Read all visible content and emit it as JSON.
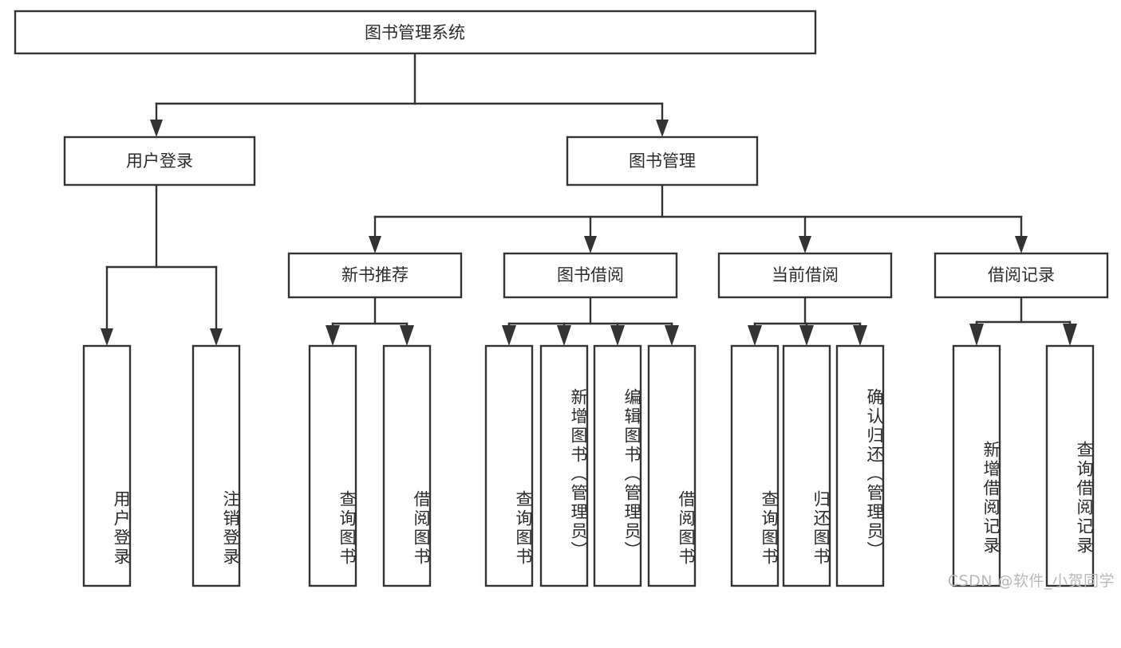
{
  "diagram": {
    "type": "tree-hierarchy-chart",
    "title": "图书管理系统",
    "orientation": "top-down",
    "colors": {
      "background": "#ffffff",
      "box_fill": "#ffffff",
      "box_stroke": "#333333",
      "text": "#2b2b2b",
      "watermark": "#b9b9b9"
    },
    "nodes": {
      "root": {
        "label": "图书管理系统",
        "level": 0,
        "text_orientation": "horizontal"
      },
      "level1": [
        {
          "id": "user-login",
          "label": "用户登录",
          "text_orientation": "horizontal"
        },
        {
          "id": "book-management",
          "label": "图书管理",
          "text_orientation": "horizontal"
        }
      ],
      "level2": [
        {
          "id": "new-book-recommend",
          "label": "新书推荐",
          "parent": "book-management",
          "text_orientation": "horizontal"
        },
        {
          "id": "book-borrow",
          "label": "图书借阅",
          "parent": "book-management",
          "text_orientation": "horizontal"
        },
        {
          "id": "current-borrow",
          "label": "当前借阅",
          "parent": "book-management",
          "text_orientation": "horizontal"
        },
        {
          "id": "borrow-record",
          "label": "借阅记录",
          "parent": "book-management",
          "text_orientation": "horizontal"
        }
      ],
      "leaves": [
        {
          "id": "leaf-user-login",
          "label": "用户登录",
          "parent": "user-login",
          "text_orientation": "vertical"
        },
        {
          "id": "leaf-logout-login",
          "label": "注销登录",
          "parent": "user-login",
          "text_orientation": "vertical"
        },
        {
          "id": "leaf-query-book-1",
          "label": "查询图书",
          "parent": "new-book-recommend",
          "text_orientation": "vertical"
        },
        {
          "id": "leaf-borrow-book-1",
          "label": "借阅图书",
          "parent": "new-book-recommend",
          "text_orientation": "vertical"
        },
        {
          "id": "leaf-query-book-2",
          "label": "查询图书",
          "parent": "book-borrow",
          "text_orientation": "vertical"
        },
        {
          "id": "leaf-add-book-admin",
          "label": "新增图书（管理员）",
          "parent": "book-borrow",
          "text_orientation": "vertical"
        },
        {
          "id": "leaf-edit-book-admin",
          "label": "编辑图书（管理员）",
          "parent": "book-borrow",
          "text_orientation": "vertical"
        },
        {
          "id": "leaf-borrow-book-2",
          "label": "借阅图书",
          "parent": "book-borrow",
          "text_orientation": "vertical"
        },
        {
          "id": "leaf-query-book-3",
          "label": "查询图书",
          "parent": "current-borrow",
          "text_orientation": "vertical"
        },
        {
          "id": "leaf-return-book",
          "label": "归还图书",
          "parent": "current-borrow",
          "text_orientation": "vertical"
        },
        {
          "id": "leaf-confirm-return-admin",
          "label": "确认归还（管理员）",
          "parent": "current-borrow",
          "text_orientation": "vertical"
        },
        {
          "id": "leaf-add-borrow-record",
          "label": "新增借阅记录",
          "parent": "borrow-record",
          "text_orientation": "vertical"
        },
        {
          "id": "leaf-query-borrow-record",
          "label": "查询借阅记录",
          "parent": "borrow-record",
          "text_orientation": "vertical"
        }
      ]
    }
  },
  "watermark": {
    "text": "CSDN @软件_小贺同学"
  }
}
